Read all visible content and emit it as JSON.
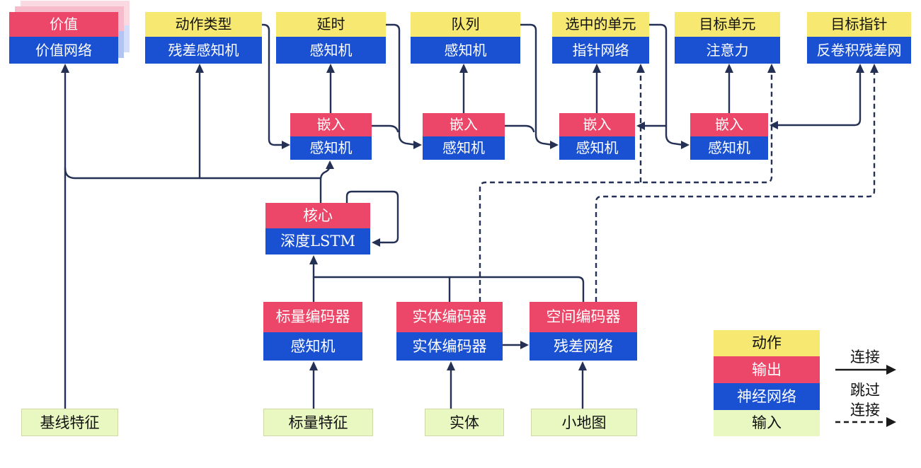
{
  "figure": {
    "description": "AlphaStar-style agent architecture diagram (Chinese labels)",
    "palette": {
      "action_yellow": "#f6e871",
      "output_red": "#ec4668",
      "network_blue": "#1a51d2",
      "input_green": "#e9f7c1",
      "connector_navy": "#243054"
    }
  },
  "nodes": {
    "value": {
      "top": "价值",
      "bottom": "价值网络"
    },
    "action_type": {
      "top": "动作类型",
      "bottom": "残差感知机"
    },
    "delay": {
      "top": "延时",
      "bottom": "感知机"
    },
    "queued": {
      "top": "队列",
      "bottom": "感知机"
    },
    "selected_units": {
      "top": "选中的单元",
      "bottom": "指针网络"
    },
    "target_unit": {
      "top": "目标单元",
      "bottom": "注意力"
    },
    "target_point": {
      "top": "目标指针",
      "bottom": "反卷积残差网"
    },
    "embed1": {
      "top": "嵌入",
      "bottom": "感知机"
    },
    "embed2": {
      "top": "嵌入",
      "bottom": "感知机"
    },
    "embed3": {
      "top": "嵌入",
      "bottom": "感知机"
    },
    "embed4": {
      "top": "嵌入",
      "bottom": "感知机"
    },
    "core": {
      "top": "核心",
      "bottom": "深度LSTM"
    },
    "scalar_encoder": {
      "top": "标量编码器",
      "bottom": "感知机"
    },
    "entity_encoder": {
      "top": "实体编码器",
      "bottom": "实体编码器"
    },
    "spatial_encoder": {
      "top": "空间编码器",
      "bottom": "残差网络"
    },
    "baseline_features": {
      "label": "基线特征"
    },
    "scalar_features": {
      "label": "标量特征"
    },
    "entities": {
      "label": "实体"
    },
    "minimap": {
      "label": "小地图"
    }
  },
  "legend": {
    "action": "动作",
    "output": "输出",
    "network": "神经网络",
    "input": "输入",
    "connection": "连接",
    "skip_line1": "跳过",
    "skip_line2": "连接"
  }
}
